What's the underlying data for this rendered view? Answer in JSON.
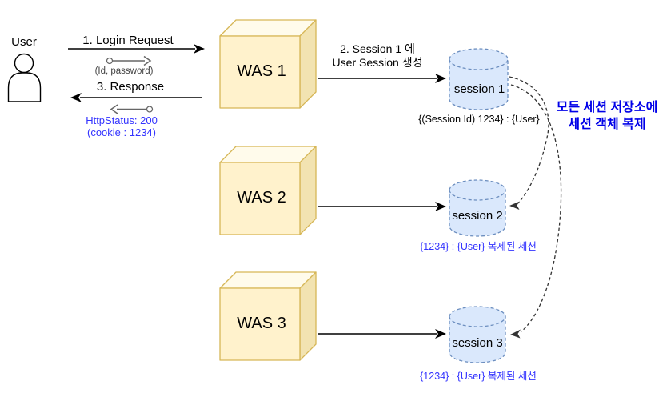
{
  "user": {
    "label": "User"
  },
  "flows": {
    "login": {
      "title": "1. Login Request",
      "payload": "(Id, password)"
    },
    "response": {
      "title": "3. Response",
      "status": "HttpStatus: 200",
      "cookie": "(cookie : 1234)"
    },
    "create": {
      "line1": "2.  Session 1 에",
      "line2": "User Session 생성"
    }
  },
  "servers": [
    {
      "label": "WAS 1"
    },
    {
      "label": "WAS 2"
    },
    {
      "label": "WAS 3"
    }
  ],
  "sessions": [
    {
      "label": "session 1",
      "caption": "{(Session Id) 1234} : {User}"
    },
    {
      "label": "session 2",
      "caption": "{1234} : {User}  복제된 세션"
    },
    {
      "label": "session 3",
      "caption": "{1234} : {User}  복제된 세션"
    }
  ],
  "note": {
    "line1": "모든 세션 저장소에",
    "line2": "세션 객체 복제"
  },
  "colors": {
    "server_fill": "#fff2cc",
    "server_fill_top": "#fffbeb",
    "server_fill_side": "#f2e3b1",
    "server_stroke": "#d6b656",
    "session_fill": "#dae8fc",
    "session_stroke": "#6c8ebf",
    "accent_blue": "#3333ff",
    "note_blue": "#0000e8"
  }
}
